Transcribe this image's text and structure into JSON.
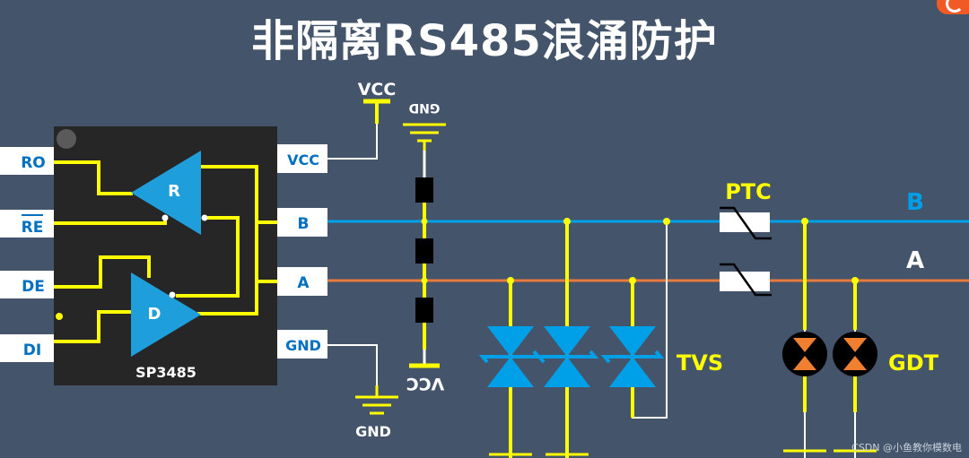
{
  "title": "非隔离RS485浪涌防护",
  "chip": {
    "name": "SP3485",
    "receiver": "R",
    "driver": "D"
  },
  "pins_left": [
    "RO",
    "RE",
    "DE",
    "DI"
  ],
  "pins_right": [
    "VCC",
    "B",
    "A",
    "GND"
  ],
  "labels": {
    "vcc_top": "VCC",
    "gnd_top": "GND",
    "vcc_bottom": "VCC",
    "gnd_bottom": "GND",
    "ptc": "PTC",
    "tvs": "TVS",
    "gdt": "GDT",
    "line_b": "B",
    "line_a": "A"
  },
  "colors": {
    "background": "#44546a",
    "wire_yellow": "#ffff00",
    "line_b": "#00a0e9",
    "line_a": "#e87a3c",
    "tvs": "#00a0e9",
    "gdt_fill": "#000000",
    "gdt_marker": "#f08030",
    "chip": "#262626",
    "pin_label_text": "#0070c0"
  },
  "watermark": "CSDN @小鱼教你模数电"
}
